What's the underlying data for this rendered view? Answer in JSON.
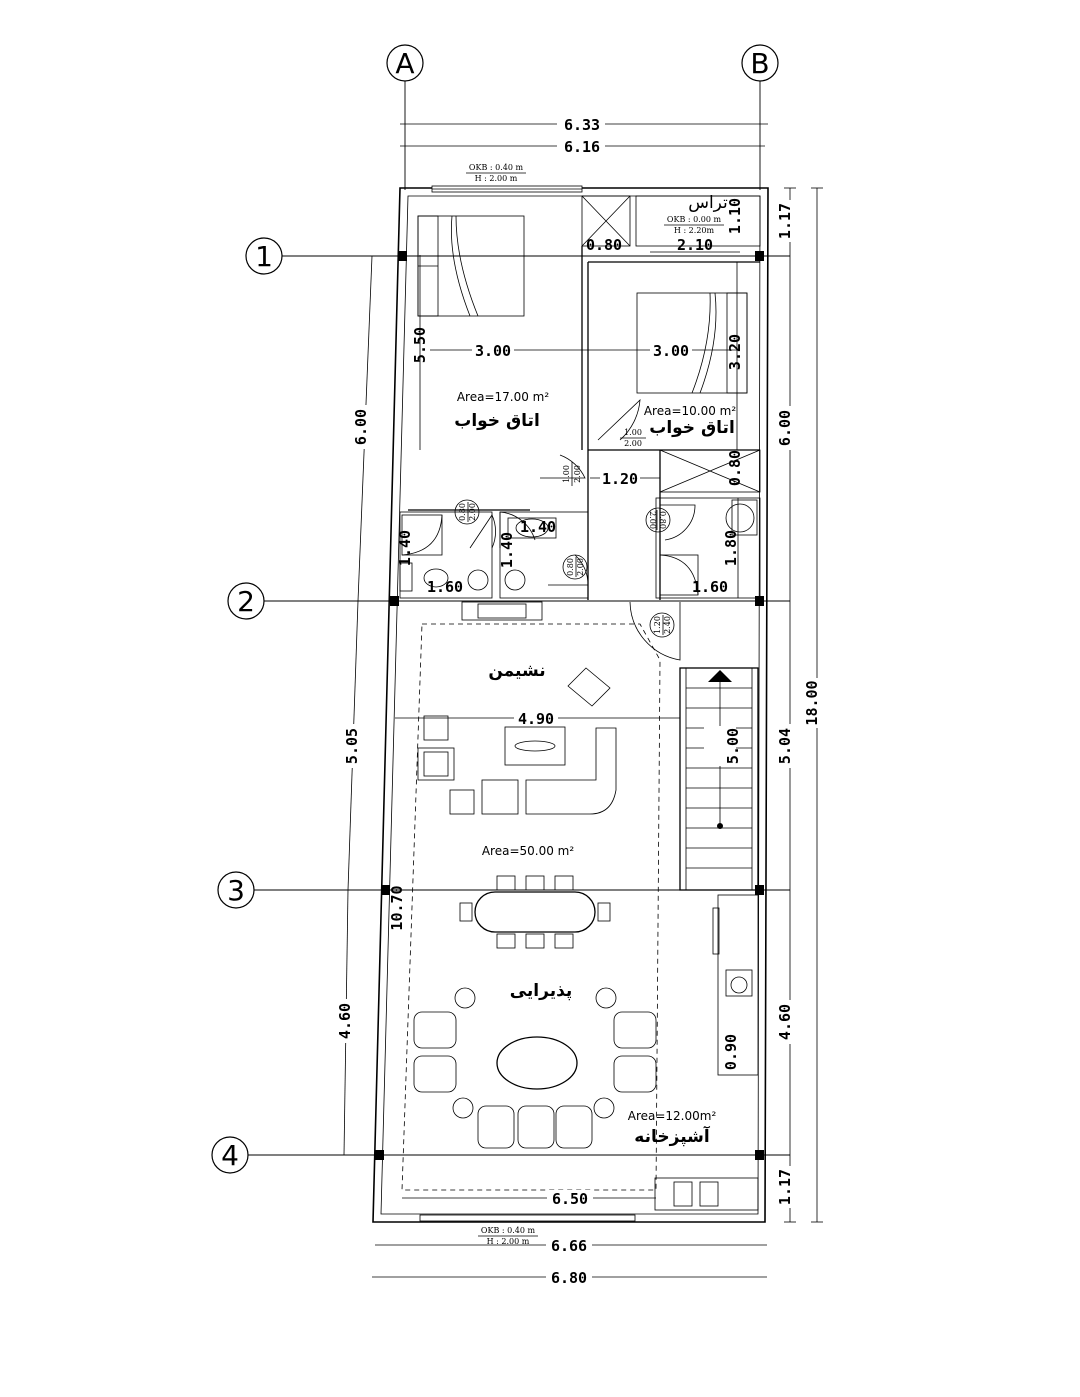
{
  "axes": {
    "vertical": [
      "A",
      "B"
    ],
    "horizontal": [
      "1",
      "2",
      "3",
      "4"
    ]
  },
  "top_dims": {
    "outer": "6.33",
    "inner": "6.16"
  },
  "bottom_dims": {
    "d1": "6.50",
    "d2": "6.66",
    "d3": "6.80"
  },
  "left_dims": {
    "d1": "6.00",
    "d2": "5.05",
    "d3": "4.60"
  },
  "right_dims": {
    "top": "1.17",
    "d1": "6.00",
    "d2": "5.04",
    "total": "18.00",
    "d3": "4.60",
    "bottom": "1.17"
  },
  "openings": {
    "top_window": {
      "okb": "OKB : 0.40 m",
      "h": "H : 2.00 m"
    },
    "terrace_door": {
      "okb": "OKB : 0.00 m",
      "h": "H : 2.20m"
    },
    "bottom_window": {
      "okb": "OKB : 0.40 m",
      "h": "H : 2.00 m"
    }
  },
  "rooms": {
    "terrace": "تراس",
    "bedroom1": {
      "name": "اتاق خواب",
      "area": "Area=17.00  m²"
    },
    "bedroom2": {
      "name": "اتاق خواب",
      "area": "Area=10.00  m²"
    },
    "living": "نشیمن",
    "reception": "پذیرایی",
    "hall_area": "Area=50.00  m²",
    "kitchen": {
      "name": "آشپزخانه",
      "area": "Area=12.00m²"
    }
  },
  "interior_dims": {
    "terrace_w": "2.10",
    "terrace_h": "1.10",
    "shaft1_w": "0.80",
    "bed1_w": "3.00",
    "bed2_w": "3.00",
    "bed1_h": "5.50",
    "bed2_h": "3.20",
    "corridor_w": "1.20",
    "shaft2_h": "0.80",
    "wc1_w": "1.60",
    "wc1_h": "1.40",
    "wc2_w": "1.40",
    "wc2_h": "1.40",
    "bath_h": "1.80",
    "bath_w": "1.60",
    "living_w": "4.90",
    "stair_h": "5.00",
    "hall_h": "10.70",
    "kitchen_h": "0.90"
  },
  "door_tags": {
    "bed2": [
      "1.00",
      "2.00"
    ],
    "bed1": [
      "1.00",
      "2.00"
    ],
    "wc1": [
      "0.80",
      "2.00"
    ],
    "wc2": [
      "0.80",
      "2.00"
    ],
    "bath": [
      "0.80",
      "2.00"
    ],
    "entry": [
      "1.20",
      "2.40"
    ]
  }
}
